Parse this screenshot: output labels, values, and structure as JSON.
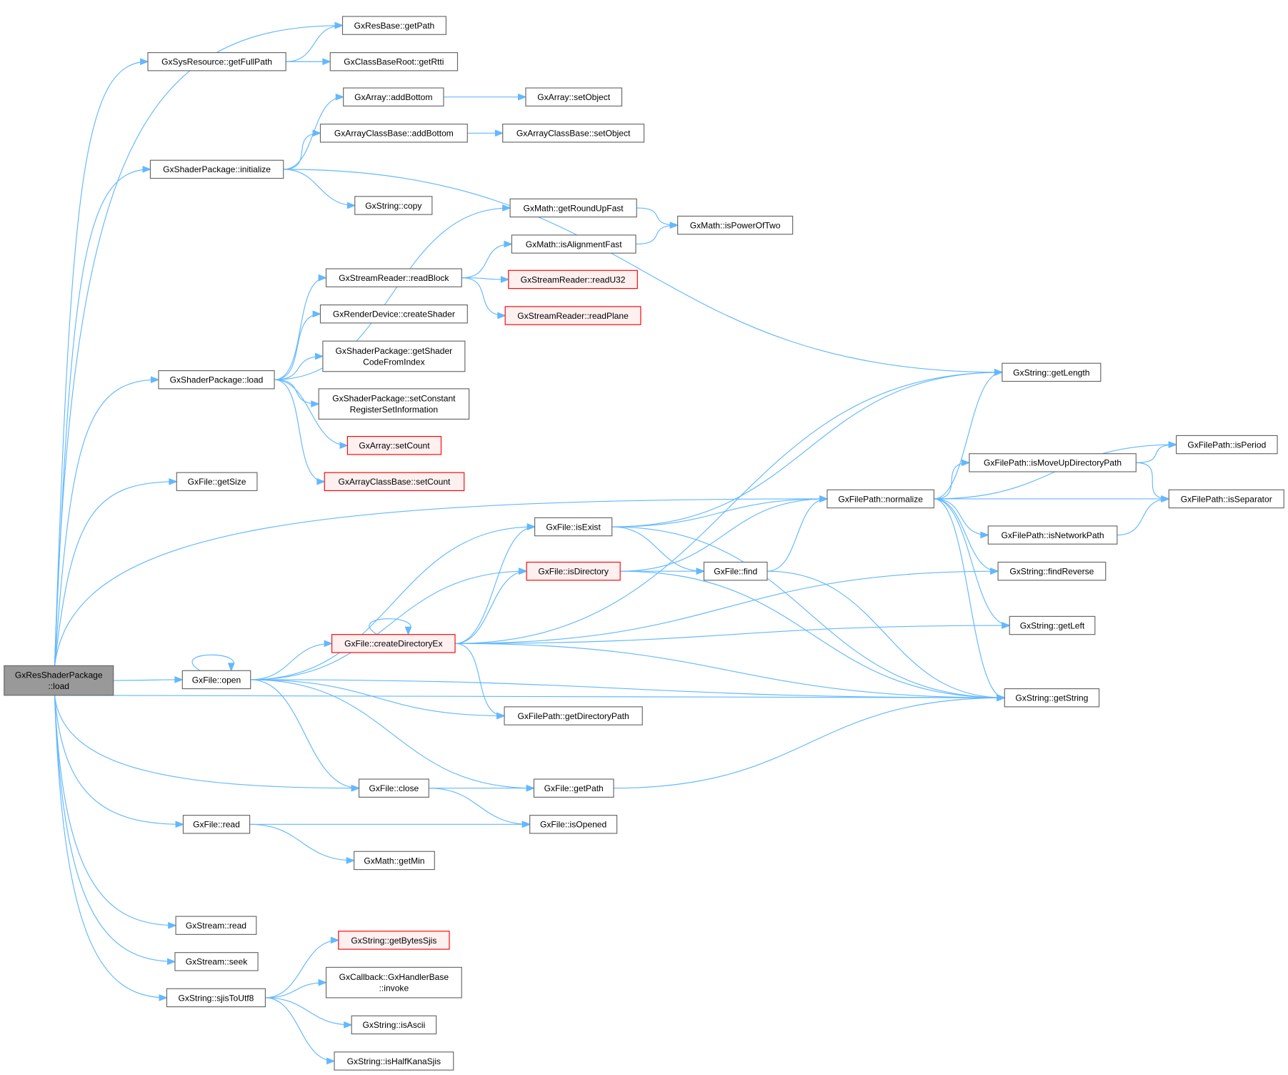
{
  "colors": {
    "edge": "#63b8ff",
    "node_border": "#666666",
    "missing_border": "#ff0000",
    "missing_fill": "#fff0f0",
    "root_fill": "#999999"
  },
  "nodes": [
    {
      "lines": [
        "GxResShaderPackage",
        "::load"
      ],
      "kind": "root"
    },
    {
      "lines": [
        "GxResBase::getPath"
      ]
    },
    {
      "lines": [
        "GxSysResource::getFullPath"
      ]
    },
    {
      "lines": [
        "GxClassBaseRoot::getRtti"
      ]
    },
    {
      "lines": [
        "GxArray::addBottom"
      ]
    },
    {
      "lines": [
        "GxArray::setObject"
      ]
    },
    {
      "lines": [
        "GxArrayClassBase::addBottom"
      ]
    },
    {
      "lines": [
        "GxArrayClassBase::setObject"
      ]
    },
    {
      "lines": [
        "GxShaderPackage::initialize"
      ]
    },
    {
      "lines": [
        "GxString::copy"
      ]
    },
    {
      "lines": [
        "GxMath::getRoundUpFast"
      ]
    },
    {
      "lines": [
        "GxMath::isPowerOfTwo"
      ]
    },
    {
      "lines": [
        "GxMath::isAlignmentFast"
      ]
    },
    {
      "lines": [
        "GxStreamReader::readBlock"
      ]
    },
    {
      "lines": [
        "GxStreamReader::readU32"
      ],
      "kind": "red"
    },
    {
      "lines": [
        "GxStreamReader::readPlane"
      ],
      "kind": "red"
    },
    {
      "lines": [
        "GxRenderDevice::createShader"
      ]
    },
    {
      "lines": [
        "GxShaderPackage::getShader",
        "CodeFromIndex"
      ]
    },
    {
      "lines": [
        "GxShaderPackage::setConstant",
        "RegisterSetInformation"
      ]
    },
    {
      "lines": [
        "GxShaderPackage::load"
      ]
    },
    {
      "lines": [
        "GxArray::setCount"
      ],
      "kind": "red"
    },
    {
      "lines": [
        "GxArrayClassBase::setCount"
      ],
      "kind": "red"
    },
    {
      "lines": [
        "GxFile::getSize"
      ]
    },
    {
      "lines": [
        "GxString::getLength"
      ]
    },
    {
      "lines": [
        "GxFilePath::isPeriod"
      ]
    },
    {
      "lines": [
        "GxFilePath::isMoveUpDirectoryPath"
      ]
    },
    {
      "lines": [
        "GxFilePath::normalize"
      ]
    },
    {
      "lines": [
        "GxFilePath::isSeparator"
      ]
    },
    {
      "lines": [
        "GxFile::isExist"
      ]
    },
    {
      "lines": [
        "GxFilePath::isNetworkPath"
      ]
    },
    {
      "lines": [
        "GxFile::isDirectory"
      ],
      "kind": "red"
    },
    {
      "lines": [
        "GxFile::find"
      ]
    },
    {
      "lines": [
        "GxString::findReverse"
      ]
    },
    {
      "lines": [
        "GxFile::createDirectoryEx"
      ],
      "kind": "red"
    },
    {
      "lines": [
        "GxString::getLeft"
      ]
    },
    {
      "lines": [
        "GxFile::open"
      ]
    },
    {
      "lines": [
        "GxString::getString"
      ]
    },
    {
      "lines": [
        "GxFilePath::getDirectoryPath"
      ]
    },
    {
      "lines": [
        "GxFile::close"
      ]
    },
    {
      "lines": [
        "GxFile::getPath"
      ]
    },
    {
      "lines": [
        "GxFile::read"
      ]
    },
    {
      "lines": [
        "GxFile::isOpened"
      ]
    },
    {
      "lines": [
        "GxMath::getMin"
      ]
    },
    {
      "lines": [
        "GxStream::read"
      ]
    },
    {
      "lines": [
        "GxStream::seek"
      ]
    },
    {
      "lines": [
        "GxString::getBytesSjis"
      ],
      "kind": "red"
    },
    {
      "lines": [
        "GxCallback::GxHandlerBase",
        "::invoke"
      ]
    },
    {
      "lines": [
        "GxString::sjisToUtf8"
      ]
    },
    {
      "lines": [
        "GxString::isAscii"
      ]
    },
    {
      "lines": [
        "GxString::isHalfKanaSjis"
      ]
    }
  ],
  "edges": [
    [
      0,
      1
    ],
    [
      0,
      2
    ],
    [
      0,
      8
    ],
    [
      0,
      19
    ],
    [
      0,
      22
    ],
    [
      0,
      26
    ],
    [
      0,
      35
    ],
    [
      0,
      38
    ],
    [
      0,
      40
    ],
    [
      0,
      36
    ],
    [
      0,
      43
    ],
    [
      0,
      44
    ],
    [
      0,
      47
    ],
    [
      2,
      1
    ],
    [
      2,
      3
    ],
    [
      4,
      5
    ],
    [
      6,
      7
    ],
    [
      8,
      4
    ],
    [
      8,
      6
    ],
    [
      8,
      9
    ],
    [
      8,
      23
    ],
    [
      19,
      10
    ],
    [
      19,
      13
    ],
    [
      19,
      16
    ],
    [
      19,
      17
    ],
    [
      19,
      18
    ],
    [
      19,
      20
    ],
    [
      19,
      21
    ],
    [
      13,
      12
    ],
    [
      13,
      14
    ],
    [
      13,
      15
    ],
    [
      10,
      11
    ],
    [
      12,
      11
    ],
    [
      26,
      23
    ],
    [
      26,
      24
    ],
    [
      26,
      25
    ],
    [
      26,
      27
    ],
    [
      26,
      29
    ],
    [
      26,
      32
    ],
    [
      26,
      34
    ],
    [
      26,
      36
    ],
    [
      25,
      24
    ],
    [
      25,
      27
    ],
    [
      29,
      27
    ],
    [
      28,
      23
    ],
    [
      28,
      26
    ],
    [
      28,
      31
    ],
    [
      28,
      36
    ],
    [
      30,
      31
    ],
    [
      30,
      26
    ],
    [
      30,
      36
    ],
    [
      31,
      26
    ],
    [
      31,
      36
    ],
    [
      33,
      33
    ],
    [
      33,
      28
    ],
    [
      33,
      30
    ],
    [
      33,
      23
    ],
    [
      33,
      32
    ],
    [
      33,
      34
    ],
    [
      33,
      36
    ],
    [
      33,
      37
    ],
    [
      35,
      35
    ],
    [
      35,
      28
    ],
    [
      35,
      30
    ],
    [
      35,
      33
    ],
    [
      35,
      37
    ],
    [
      35,
      36
    ],
    [
      35,
      38
    ],
    [
      35,
      39
    ],
    [
      38,
      39
    ],
    [
      38,
      41
    ],
    [
      39,
      36
    ],
    [
      40,
      41
    ],
    [
      40,
      42
    ],
    [
      47,
      45
    ],
    [
      47,
      46
    ],
    [
      47,
      48
    ],
    [
      47,
      49
    ]
  ]
}
